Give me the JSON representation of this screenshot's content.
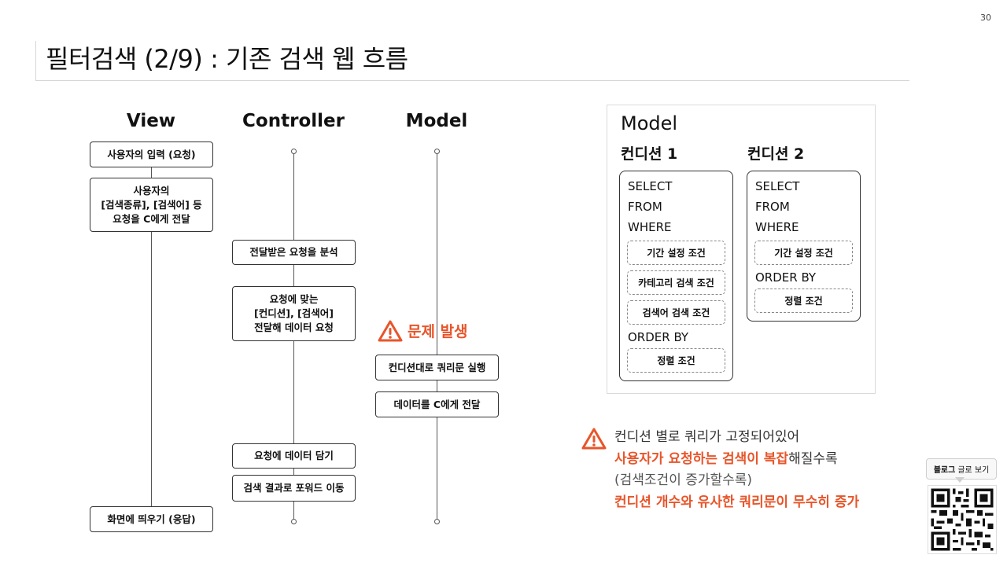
{
  "slide_number": "30",
  "title": "필터검색 (2/9) : 기존 검색 웹 흐름",
  "columns": {
    "view": "View",
    "controller": "Controller",
    "model": "Model"
  },
  "flow": {
    "view_request": "사용자의 입력 (요청)",
    "view_send": "사용자의\n[검색종류], [검색어] 등\n요청을 C에게 전달",
    "ctrl_analyze": "전달받은 요청을 분석",
    "ctrl_request": "요청에 맞는\n[컨디션], [검색어]\n전달해 데이터 요청",
    "model_query": "컨디션대로 쿼리문 실행",
    "model_return": "데이터를 C에게 전달",
    "ctrl_hold": "요청에 데이터 담기",
    "ctrl_forward": "검색 결과로 포워드 이동",
    "view_response": "화면에 띄우기 (응답)"
  },
  "problem": {
    "label": "문제 발생",
    "icon": "warning-icon",
    "color": "#e8552a"
  },
  "model_panel": {
    "title": "Model",
    "condition1": {
      "title": "컨디션 1",
      "select": "SELECT",
      "from": "FROM",
      "where": "WHERE",
      "cond_period": "기간 설정 조건",
      "cond_category": "카테고리 검색 조건",
      "cond_keyword": "검색어 검색 조건",
      "order_by": "ORDER BY",
      "cond_sort": "정렬 조건"
    },
    "condition2": {
      "title": "컨디션 2",
      "select": "SELECT",
      "from": "FROM",
      "where": "WHERE",
      "cond_period": "기간 설정 조건",
      "order_by": "ORDER BY",
      "cond_sort": "정렬 조건"
    }
  },
  "note": {
    "line1": "컨디션 별로 쿼리가 고정되어있어",
    "line2_highlight": "사용자가 요청하는 검색이 복잡",
    "line2_rest": "해질수록",
    "line3": "(검색조건이 증가할수록)",
    "line4": "컨디션 개수와 유사한 쿼리문이 무수히 증가"
  },
  "qr": {
    "label_bold": "블로그",
    "label_rest": "글로 보기",
    "icon": "qr-code-icon"
  }
}
